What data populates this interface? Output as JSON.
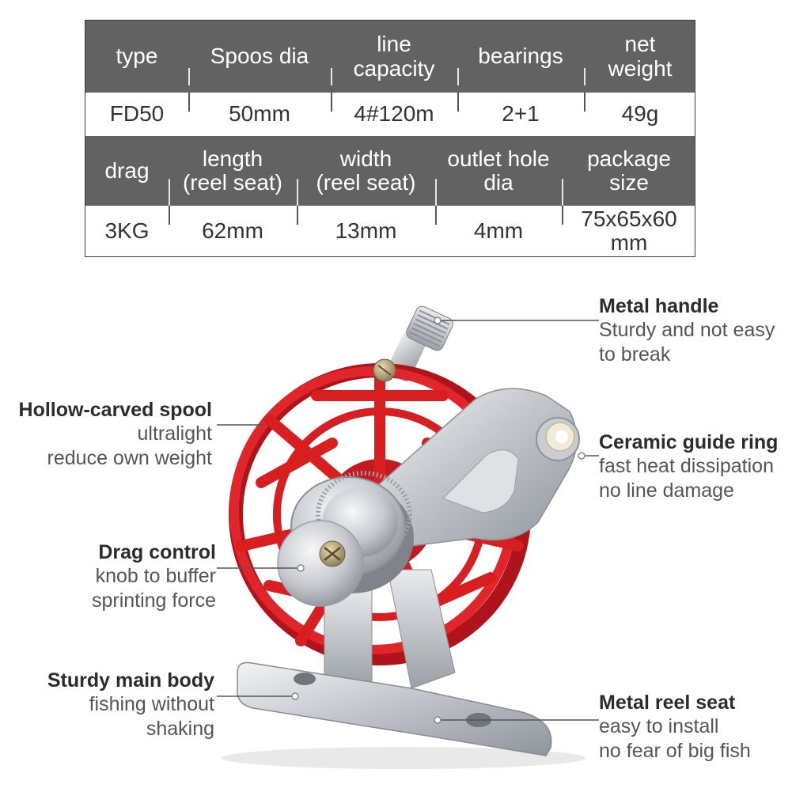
{
  "spec_table": {
    "row1_headers": [
      "type",
      "Spoos dia",
      "line\ncapacity",
      "bearings",
      "net\nweight"
    ],
    "row1_values": [
      "FD50",
      "50mm",
      "4#120m",
      "2+1",
      "49g"
    ],
    "row2_headers": [
      "drag",
      "length\n(reel seat)",
      "width\n(reel seat)",
      "outlet hole\ndia",
      "package\nsize"
    ],
    "row2_values": [
      "3KG",
      "62mm",
      "13mm",
      "4mm",
      "75x65x60\nmm"
    ]
  },
  "callouts": {
    "metal_handle": {
      "title": "Metal handle",
      "desc": "Sturdy and not easy\nto break"
    },
    "hollow_spool": {
      "title": "Hollow-carved spool",
      "desc": "ultralight\nreduce own weight"
    },
    "ceramic_ring": {
      "title": "Ceramic guide ring",
      "desc": "fast heat dissipation\nno line damage"
    },
    "drag_control": {
      "title": "Drag control",
      "desc": "knob to buffer\nsprinting force"
    },
    "main_body": {
      "title": "Sturdy main body",
      "desc": "fishing without\nshaking"
    },
    "reel_seat": {
      "title": "Metal reel seat",
      "desc": "easy to install\nno fear of big fish"
    }
  },
  "colors": {
    "header_bg": "#626262",
    "spool_red": "#d81e1e",
    "aluminum": "#c8ccd0"
  }
}
